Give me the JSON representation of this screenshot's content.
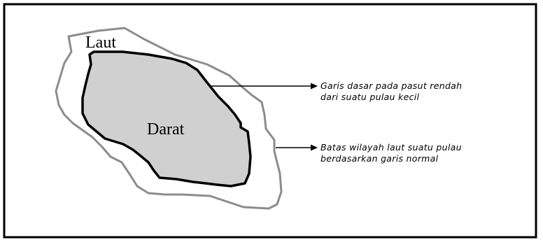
{
  "labels": {
    "sea": "Laut",
    "land": "Darat"
  },
  "annotations": {
    "baseline": {
      "line1": "Garis dasar pada pasut rendah",
      "line2": "dari suatu pulau kecil"
    },
    "boundary": {
      "line1": "Batas wilayah laut suatu pulau",
      "line2": "berdasarkan garis normal"
    }
  },
  "colors": {
    "land_fill": "#d0d0d0",
    "baseline_stroke": "#000000",
    "boundary_stroke": "#8c8c8c",
    "frame_stroke": "#000000"
  }
}
